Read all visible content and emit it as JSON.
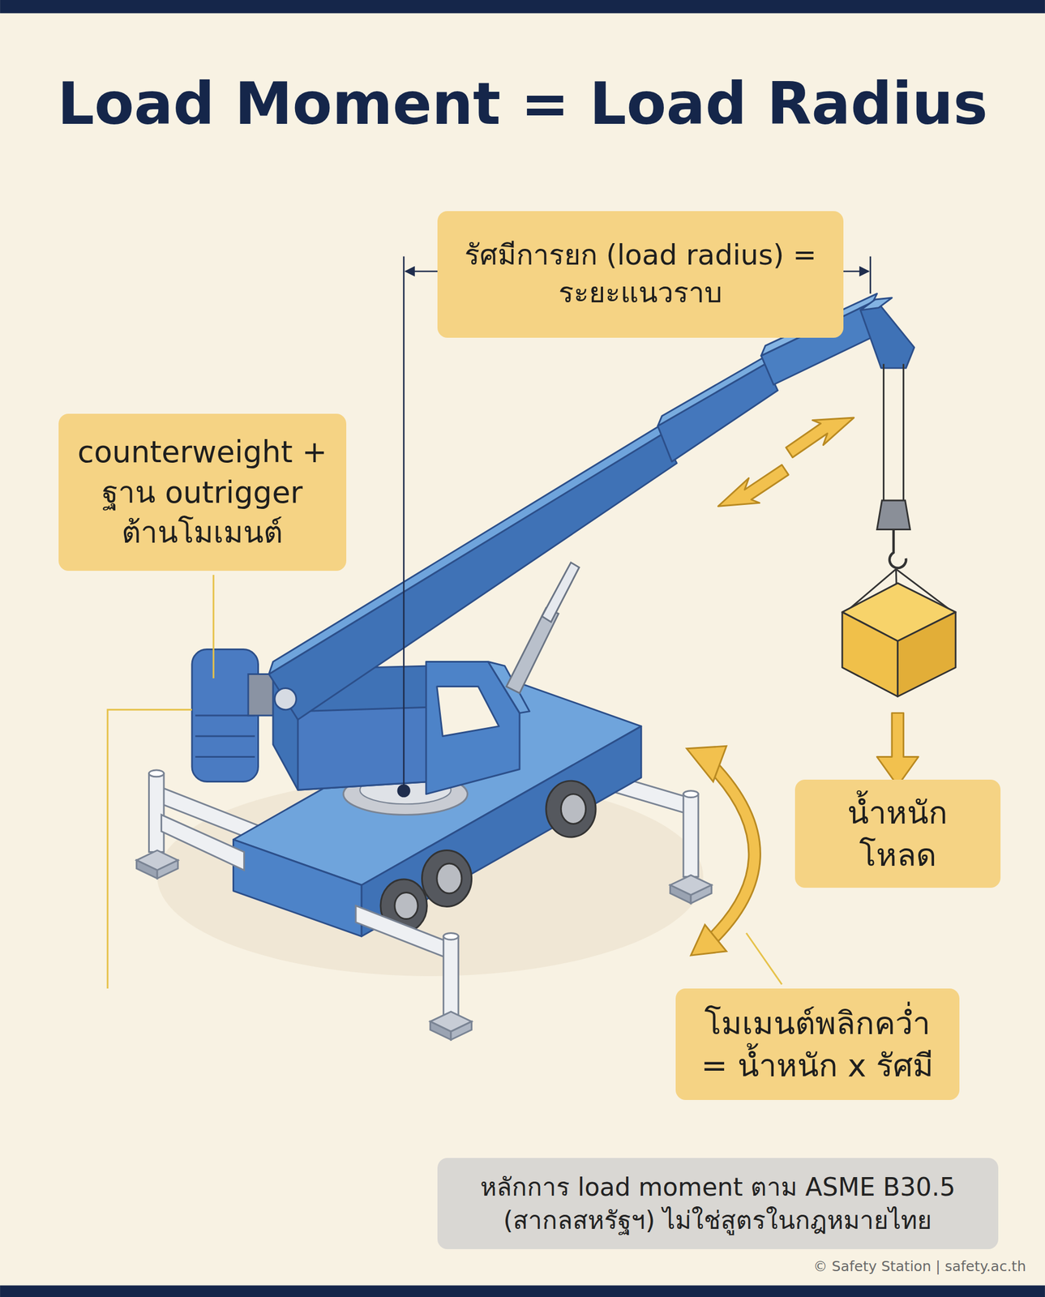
{
  "diagram": {
    "title": "Load Moment = Load Radius",
    "nodes": [
      {
        "text": [
          "รัศมีการยก (load radius) = ระยะแนวราบ"
        ]
      },
      {
        "text": [
          "counterweight + ฐาน outrigger ต้านโมเมนต์"
        ]
      },
      {
        "text": [
          "น้ำหนักโหลด"
        ]
      },
      {
        "text": [
          "โมเมนต์พลิกคว่ำ = น้ำหนัก x รัศมี"
        ]
      },
      {
        "text": [
          "หลักการ load moment ตาม ASME B30.5 (สากลสหรัฐฯ) ไม่ใช่สูตรในกฎหมายไทย"
        ]
      }
    ],
    "labels": [
      "© Safety Station | safety.ac.th"
    ]
  }
}
